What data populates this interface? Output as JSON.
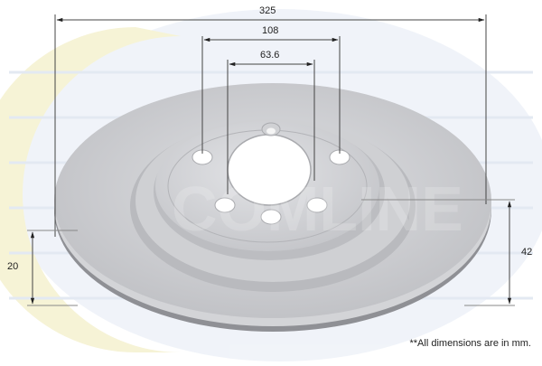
{
  "figure": {
    "subject": "Brake disc technical drawing",
    "watermark": "COMLINE",
    "note": "**All dimensions are in mm."
  },
  "dimensions": {
    "outer_diameter": "325",
    "pcd": "108",
    "centre_bore": "63.6",
    "thickness": "20",
    "height": "42"
  },
  "colors": {
    "disc": "#c9cacd",
    "disc_light": "#e4e5e8",
    "hub": "#d6d7da",
    "watermark_yellow": "#f4efc8",
    "watermark_blue": "#e6ecf4",
    "dim_line": "#333333"
  }
}
